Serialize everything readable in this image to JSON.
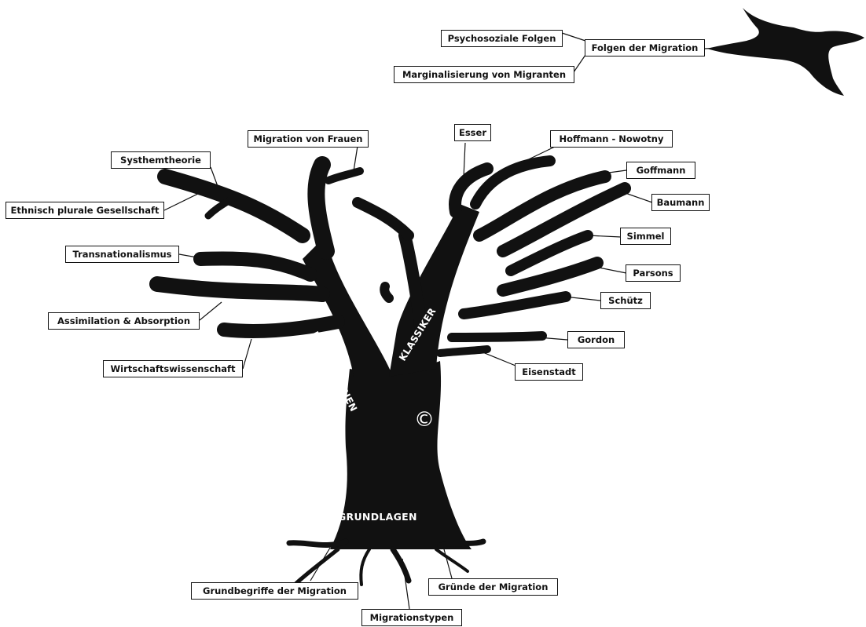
{
  "tree": {
    "trunk": "GRUNDLAGEN",
    "left_stem": "NEUE THEORIEN",
    "right_stem": "KLASSIKER",
    "knot_symbol": "©"
  },
  "labels": {
    "psychosoziale_folgen": "Psychosoziale Folgen",
    "folgen_der_migration": "Folgen der Migration",
    "marginalisierung": "Marginalisierung von Migranten",
    "migration_von_frauen": "Migration von Frauen",
    "esser": "Esser",
    "hoffmann_nowotny": "Hoffmann - Nowotny",
    "systhemtheorie": "Systhemtheorie",
    "goffmann": "Goffmann",
    "ethnisch_plurale": "Ethnisch plurale Gesellschaft",
    "baumann": "Baumann",
    "transnationalismus": "Transnationalismus",
    "simmel": "Simmel",
    "parsons": "Parsons",
    "schuetz": "Schütz",
    "assimilation": "Assimilation & Absorption",
    "gordon": "Gordon",
    "wirtschaftswissenschaft": "Wirtschaftswissenschaft",
    "eisenstadt": "Eisenstadt",
    "grundbegriffe": "Grundbegriffe der Migration",
    "gruende": "Gründe der Migration",
    "migrationstypen": "Migrationstypen"
  },
  "colors": {
    "ink": "#111111",
    "paper": "#ffffff",
    "trunk_text": "#ffffff"
  }
}
